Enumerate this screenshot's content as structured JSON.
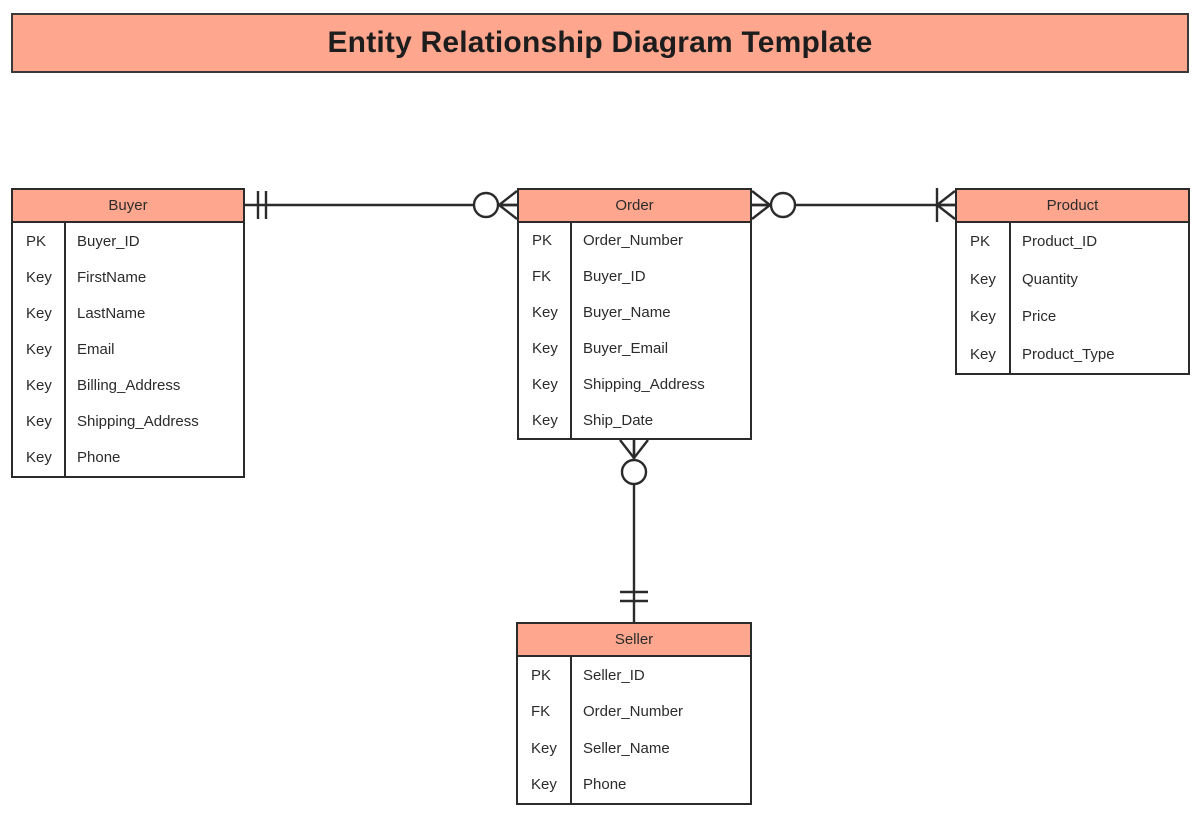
{
  "title": {
    "text": "Entity Relationship Diagram Template",
    "banner_color": "#FFA78E",
    "border_color": "#2b2b2b"
  },
  "theme": {
    "header_fill": "#FFA78E",
    "body_fill": "#FFFFFF",
    "line_color": "#2b2b2b",
    "text_color": "#2b2b2b",
    "page_background": "#FFFFFF"
  },
  "chart_data": {
    "type": "diagram",
    "notation": "crow's foot (IE) entity relationship diagram",
    "title": "Entity Relationship Diagram Template",
    "entities": [
      {
        "name": "Buyer",
        "attributes": [
          {
            "key": "PK",
            "name": "Buyer_ID"
          },
          {
            "key": "Key",
            "name": "FirstName"
          },
          {
            "key": "Key",
            "name": "LastName"
          },
          {
            "key": "Key",
            "name": "Email"
          },
          {
            "key": "Key",
            "name": "Billing_Address"
          },
          {
            "key": "Key",
            "name": "Shipping_Address"
          },
          {
            "key": "Key",
            "name": "Phone"
          }
        ]
      },
      {
        "name": "Order",
        "attributes": [
          {
            "key": "PK",
            "name": "Order_Number"
          },
          {
            "key": "FK",
            "name": "Buyer_ID"
          },
          {
            "key": "Key",
            "name": "Buyer_Name"
          },
          {
            "key": "Key",
            "name": "Buyer_Email"
          },
          {
            "key": "Key",
            "name": "Shipping_Address"
          },
          {
            "key": "Key",
            "name": "Ship_Date"
          }
        ]
      },
      {
        "name": "Product",
        "attributes": [
          {
            "key": "PK",
            "name": "Product_ID"
          },
          {
            "key": "Key",
            "name": "Quantity"
          },
          {
            "key": "Key",
            "name": "Price"
          },
          {
            "key": "Key",
            "name": "Product_Type"
          }
        ]
      },
      {
        "name": "Seller",
        "attributes": [
          {
            "key": "PK",
            "name": "Seller_ID"
          },
          {
            "key": "FK",
            "name": "Order_Number"
          },
          {
            "key": "Key",
            "name": "Seller_Name"
          },
          {
            "key": "Key",
            "name": "Phone"
          }
        ]
      }
    ],
    "relationships": [
      {
        "from": "Buyer",
        "to": "Order",
        "from_cardinality": "one-and-only-one",
        "to_cardinality": "zero-or-many",
        "orientation": "horizontal"
      },
      {
        "from": "Order",
        "to": "Product",
        "from_cardinality": "zero-or-many",
        "to_cardinality": "one-or-many",
        "orientation": "horizontal"
      },
      {
        "from": "Order",
        "to": "Seller",
        "from_cardinality": "zero-or-many",
        "to_cardinality": "one-and-only-one",
        "orientation": "vertical"
      }
    ]
  }
}
